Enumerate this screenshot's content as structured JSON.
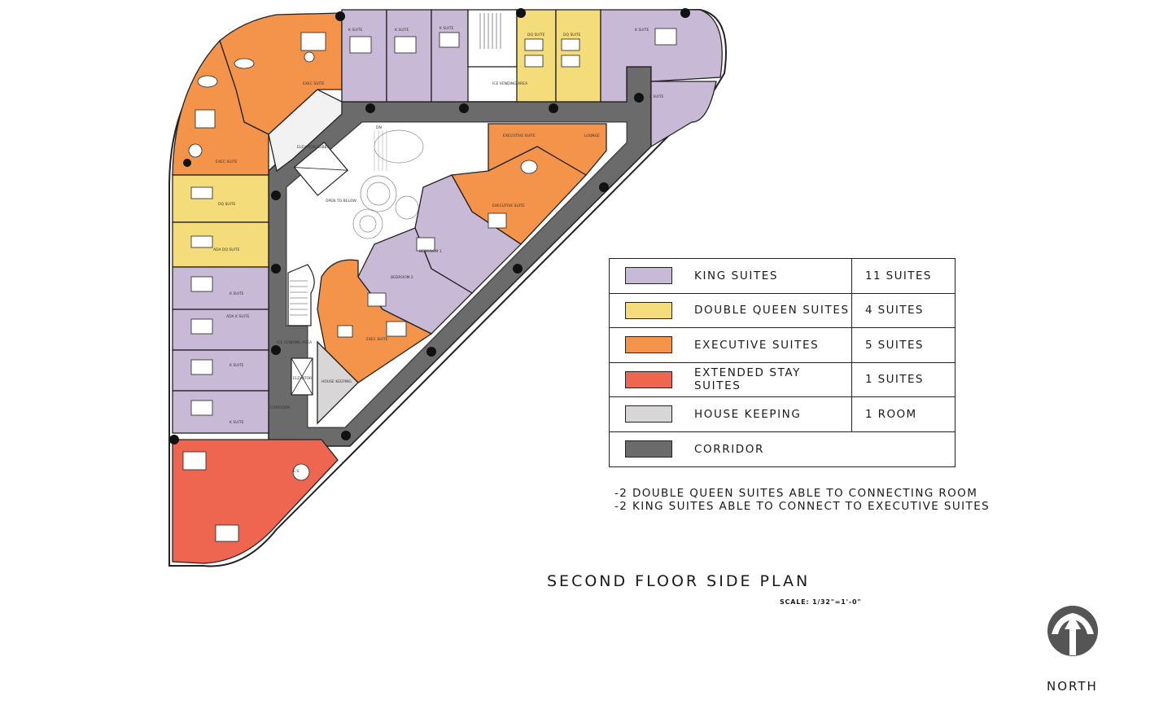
{
  "title": "SECOND FLOOR SIDE PLAN",
  "scale_text": "SCALE: 1/32\"=1'-0\"",
  "north_label": "NORTH",
  "legend": [
    {
      "label": "KING SUITES",
      "count": "11 SUITES",
      "color": "#c8b9d6"
    },
    {
      "label": "DOUBLE QUEEN SUITES",
      "count": "4 SUITES",
      "color": "#f5dc7a"
    },
    {
      "label": "EXECUTIVE SUITES",
      "count": "5 SUITES",
      "color": "#f3944a"
    },
    {
      "label": "EXTENDED STAY SUITES",
      "count": "1 SUITES",
      "color": "#ee6650"
    },
    {
      "label": "HOUSE KEEPING",
      "count": "1 ROOM",
      "color": "#d8d6d6"
    },
    {
      "label": "CORRIDOR",
      "count": "",
      "color": "#6b6b6b"
    }
  ],
  "notes": [
    "-2 DOUBLE QUEEN SUITES ABLE TO CONNECTING ROOM",
    "-2 KING SUITES ABLE TO CONNECT TO EXECUTIVE SUITES"
  ],
  "room_labels": {
    "exec_suite_nw": "EXEC SUITE",
    "exec_suite_w": "EXEC SUITE",
    "k_suite_1": "K SUITE",
    "k_suite_2": "K SUITE",
    "k_suite_3": "K SUITE",
    "dq_suite_1": "DQ SUITE",
    "dq_suite_2": "DQ SUITE",
    "k_suite_ne": "K SUITE",
    "k_suite_e": "K SUITE",
    "elevator_lobby": "ELEVATOR LOBBY",
    "open_to_below": "OPEN TO BELOW",
    "executive_suite_inner": "EXECUTIVE SUITE",
    "executive_suite_mid": "EXECUTIVE SUITE",
    "lounge": "LOUNGE",
    "dq_suite_w": "DQ SUITE",
    "ada_dq_suite": "ADA DQ SUITE",
    "k_suite_w1": "K SUITE",
    "ada_k_suite": "ADA K SUITE",
    "k_suite_w2": "K SUITE",
    "k_suite_w3": "K SUITE",
    "exec_suite_inner": "EXEC SUITE",
    "bedroom_1": "BEDROOM 1",
    "bedroom_2": "BEDROOM 2",
    "house_keeping": "HOUSE KEEPING",
    "elevator": "ELEVATOR",
    "vending_area_w": "ICE VENDING AREA",
    "vending_area_n": "ICE VENDING AREA",
    "corridor": "CORRIDOR",
    "extended_stay": "E.S.",
    "dn": "DN"
  }
}
